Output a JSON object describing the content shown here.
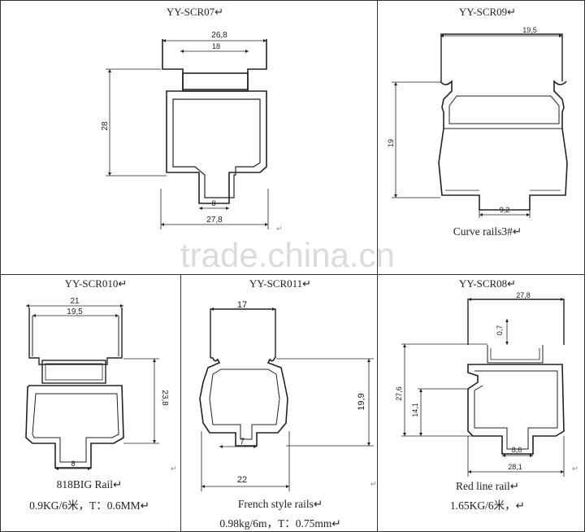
{
  "cells": {
    "scr07": {
      "title": "YY-SCR07",
      "dims": {
        "top_outer": "26,8",
        "top_inner": "18",
        "height": "28",
        "slot": "8",
        "bottom": "27,8"
      }
    },
    "scr09": {
      "title": "YY-SCR09",
      "dims": {
        "top": "19,5",
        "height": "19",
        "slot": "9,2"
      },
      "caption": "Curve rails3#"
    },
    "scr010": {
      "title": "YY-SCR010",
      "dims": {
        "top_outer": "21",
        "top_inner": "19,5",
        "height": "23,8",
        "slot": "8"
      },
      "caption_line1": "818BIG Rail",
      "caption_line2": "0.9KG/6米，T：0.6MM"
    },
    "scr011": {
      "title": "YY-SCR011",
      "dims": {
        "top": "17",
        "height": "19,9",
        "slot": "7",
        "bottom": "22"
      },
      "caption_line1": "French style rails",
      "caption_line2": "0.98kg/6m，T：0.75mm"
    },
    "scr08": {
      "title": "YY-SCR08",
      "dims": {
        "top": "27,8",
        "lip": "0,7",
        "height": "27,6",
        "inner_height": "14,1",
        "slot": "8,6",
        "bottom": "28,1"
      },
      "caption_line1": "Red line rail",
      "caption_line2": "1.65KG/6米，"
    }
  },
  "watermark": "trade.china.cn",
  "para_mark": "↵"
}
